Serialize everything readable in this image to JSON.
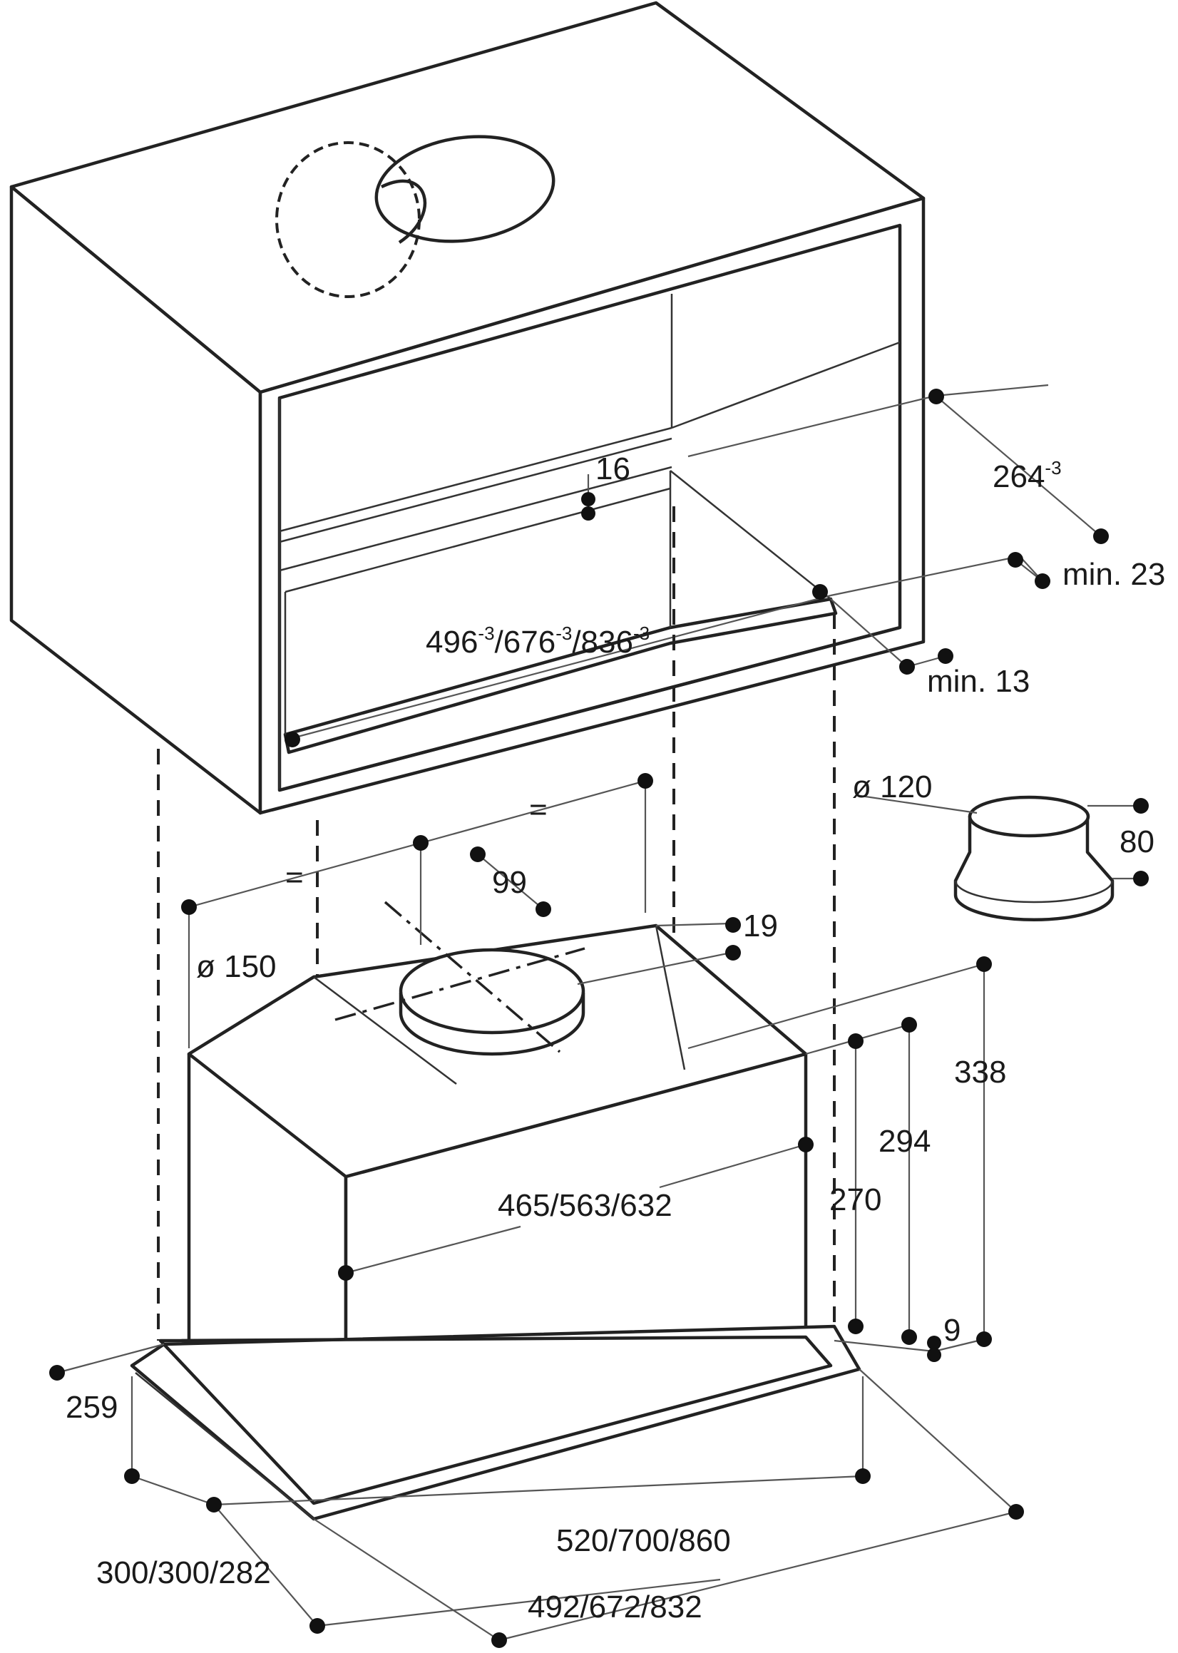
{
  "dimensions": {
    "cabinet_depth": {
      "value": "264",
      "sup": "-3"
    },
    "gap_top": "min. 23",
    "gap_side": "min. 13",
    "cutout_width": {
      "parts": [
        "496",
        "/676",
        "/836"
      ],
      "sup": "-3"
    },
    "shelf_offset": "16",
    "adapter_diameter": "ø 120",
    "adapter_height": "80",
    "outlet_offset": "99",
    "outlet_edge": "19",
    "outlet_diameter": "ø 150",
    "equal_left": "=",
    "equal_right": "=",
    "height_338": "338",
    "height_294": "294",
    "height_270": "270",
    "lip_9": "9",
    "body_width": "465/563/632",
    "frame_depth": "259",
    "overall_depth": "300/300/282",
    "frame_width": "520/700/860",
    "inner_width": "492/672/832"
  }
}
